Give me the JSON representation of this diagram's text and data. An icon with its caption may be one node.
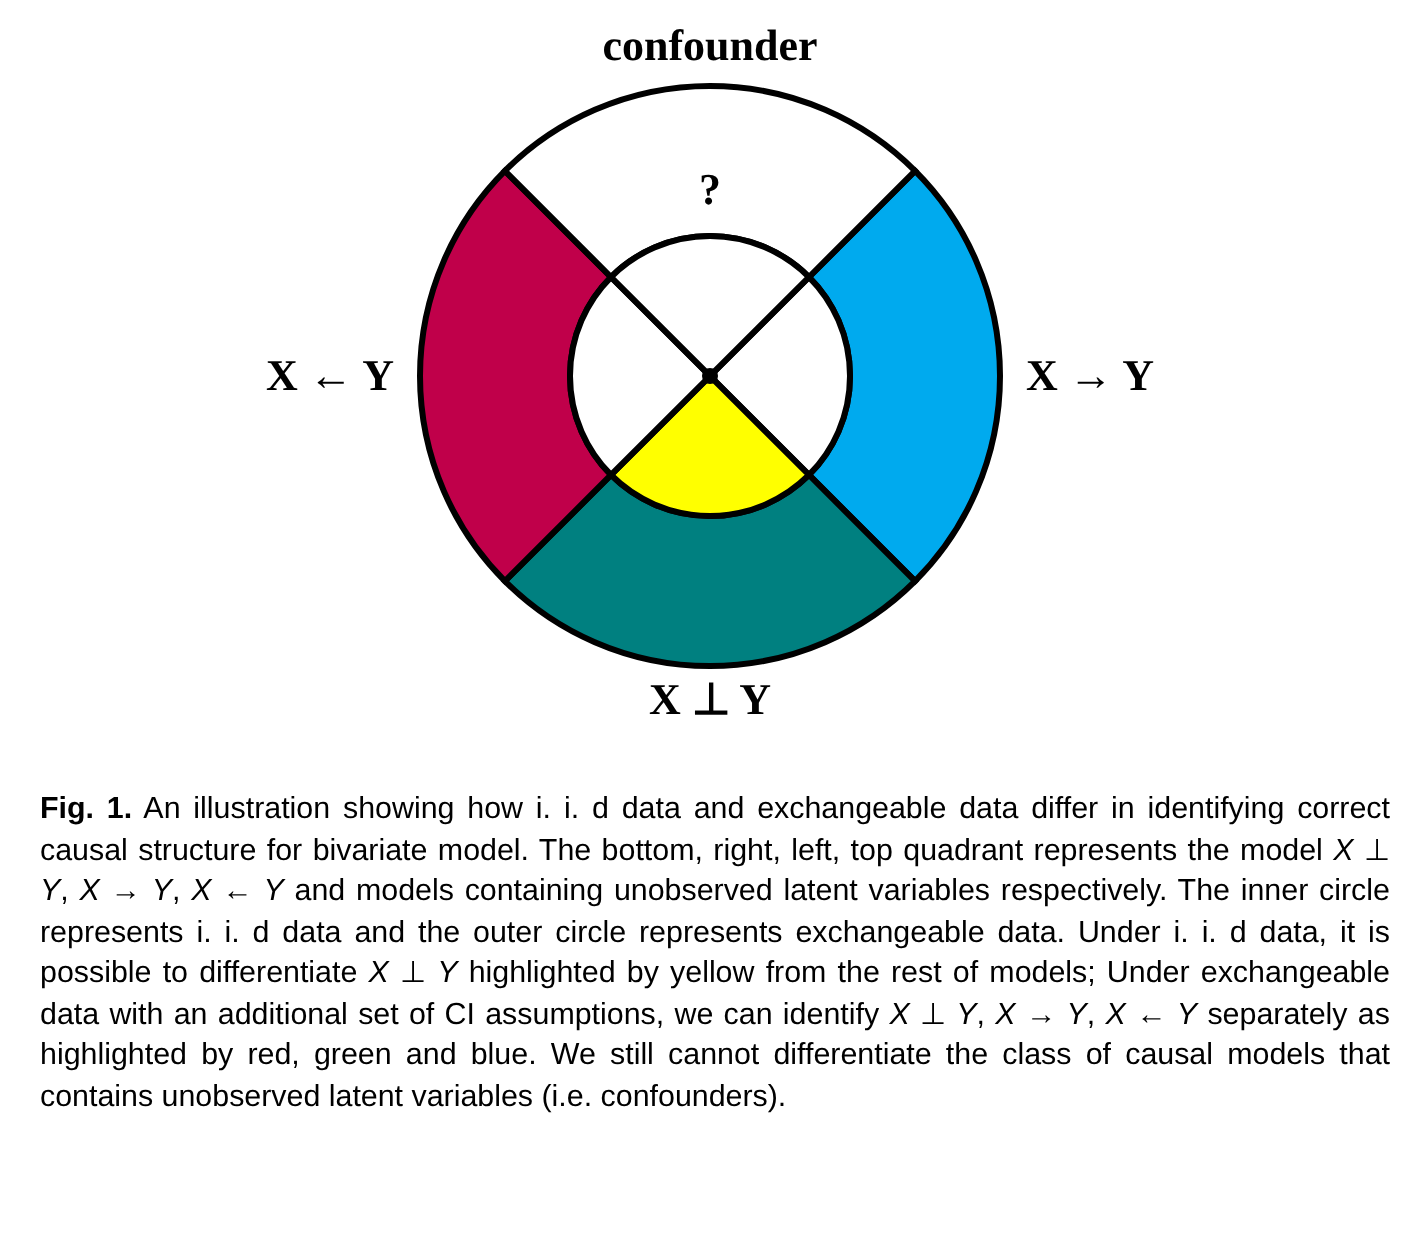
{
  "diagram": {
    "labels": [
      "confounder",
      "?",
      "X ← Y",
      "X → Y",
      "X ⊥ Y"
    ],
    "caption": "**Fig. 1.** An illustration showing how i. i. d data and exchangeable data differ in identifying correct causal structure for bivariate model. The bottom, right, left, top quadrant represents the model *X* ⊥ *Y*, *X* → *Y*, *X* ← *Y* and models containing unobserved latent variables respectively. The inner circle represents i. i. d data and the outer circle represents exchangeable data. Under i. i. d data, it is possible to differentiate *X* ⊥ *Y* highlighted by yellow from the rest of models; Under exchangeable data with an additional set of CI assumptions, we can identify *X* ⊥ *Y*, *X* → *Y*, *X* ← *Y* separately as highlighted by red, green and blue. We still cannot differentiate the class of causal models that contains unobserved latent variables (i.e. confounders)."
  }
}
